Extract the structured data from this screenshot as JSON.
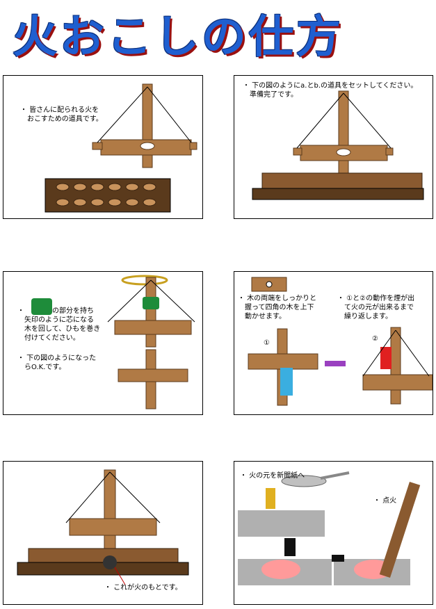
{
  "page": {
    "title": "火おこしの仕方"
  },
  "panels": {
    "p1": {
      "text": "・ 皆さんに配られる火を\n　おこすための道具です。"
    },
    "p2": {
      "text": "・ 下の図のようにa.とb.の道具をセットしてください。\n　準備完了です。"
    },
    "p3": {
      "text_a": "・　　　　の部分を持ち\n　矢印のように芯になる\n　木を回して、ひもを巻き\n　付けてください。",
      "text_b": "・ 下の図のようになった\n　らO.K.です。"
    },
    "p4": {
      "text_a": "・ 木の両端をしっかりと\n　握って四角の木を上下\n　動かせます。",
      "text_b": "・ ①と②の動作を煙が出\n　て火の元が出来るまで\n　繰り返します。",
      "label_1": "①",
      "label_2": "②"
    },
    "p5": {
      "text": "・ これが火のもとです。"
    },
    "p6": {
      "text_a": "・ 火の元を新聞紙へ",
      "text_b": "・ 点火"
    }
  },
  "colors": {
    "title_blue": "#1f5fd0",
    "title_shadow": "#9a1010",
    "wood": "#b07a45",
    "wood_dark": "#5a3a1c",
    "hand_green": "#1e8c3a",
    "arrow_blue": "#3aaee0",
    "arrow_red": "#e02020"
  }
}
